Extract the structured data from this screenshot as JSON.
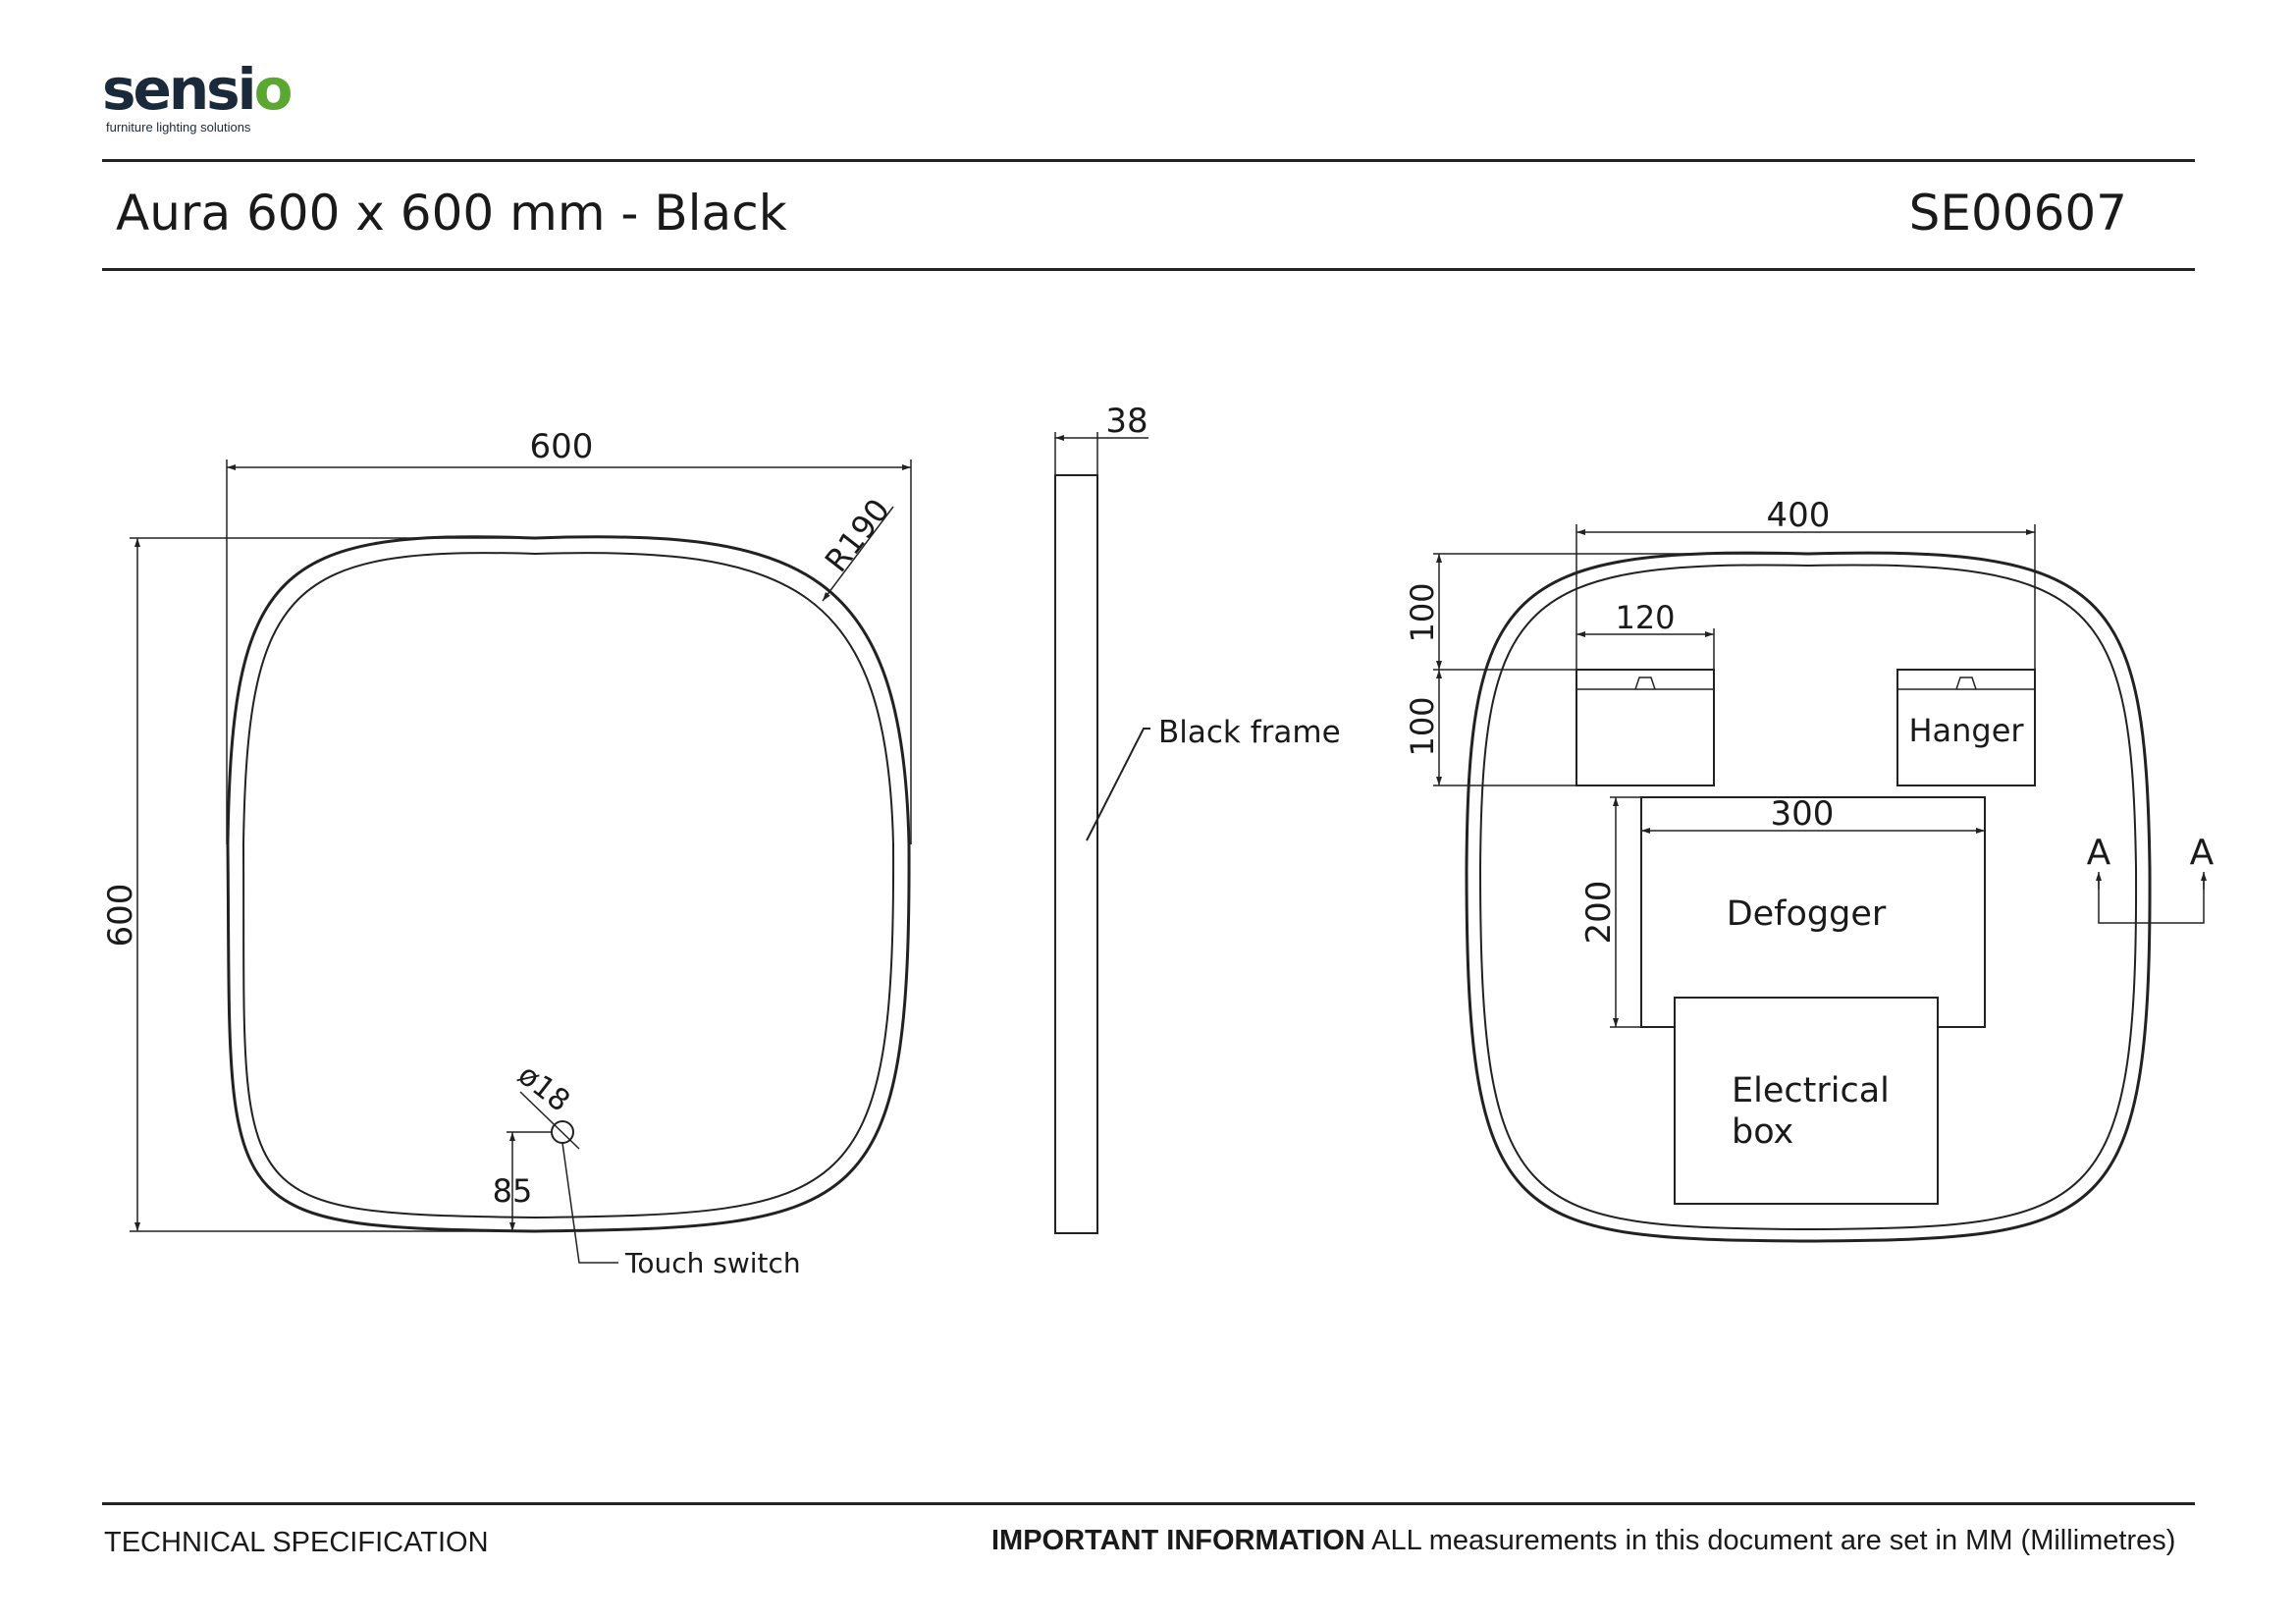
{
  "logo": {
    "brand_prefix": "sensi",
    "brand_suffix": "o",
    "tagline": "furniture lighting solutions"
  },
  "header": {
    "title": "Aura 600 x 600 mm - Black",
    "code": "SE00607"
  },
  "front_view": {
    "width_label": "600",
    "height_label": "600",
    "radius_label": "R190",
    "switch_diameter_label": "ø18",
    "switch_offset_label": "85",
    "switch_callout": "Touch switch"
  },
  "side_view": {
    "depth_label": "38",
    "frame_callout": "Black frame"
  },
  "rear_view": {
    "hanger_span_label": "400",
    "hanger_width_label": "120",
    "hanger_top_offset_label": "100",
    "hanger_height_label": "100",
    "hanger_label": "Hanger",
    "defogger_width_label": "300",
    "defogger_height_label": "200",
    "defogger_label": "Defogger",
    "electrical_label_line1": "Electrical",
    "electrical_label_line2": "box",
    "section_left_label": "A",
    "section_right_label": "A"
  },
  "footer": {
    "left": "TECHNICAL SPECIFICATION",
    "important_bold": "IMPORTANT INFORMATION",
    "important_text": " ALL measurements in this document are set in MM (Millimetres)"
  }
}
